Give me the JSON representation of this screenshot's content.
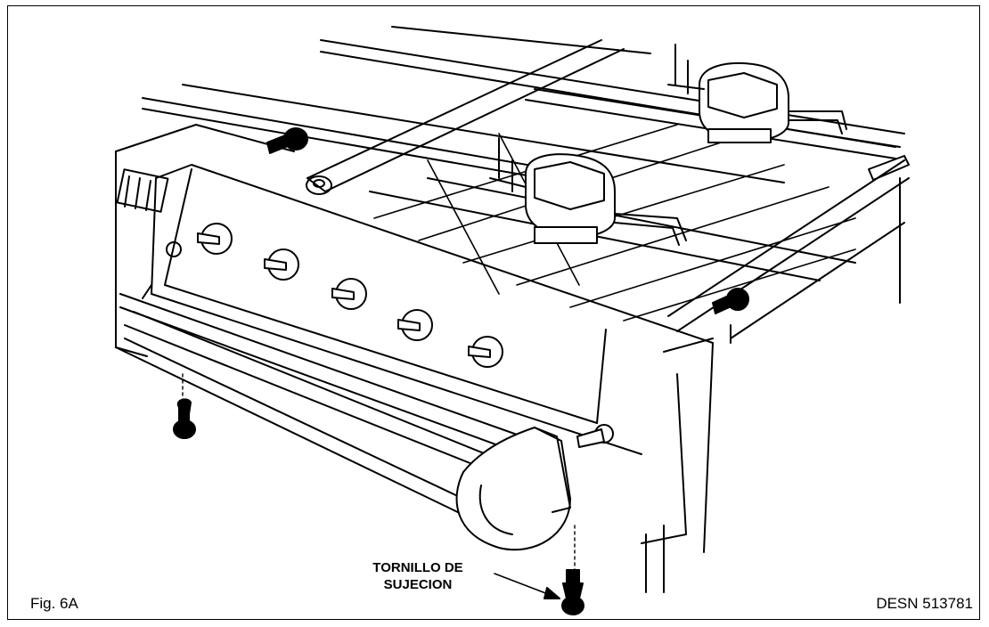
{
  "figure": {
    "label": "Fig. 6A",
    "drawing_number": "DESN 513781"
  },
  "callout": {
    "line1": "TORNILLO DE",
    "line2": "SUJECION"
  },
  "colors": {
    "ink": "#000000",
    "paper": "#ffffff"
  }
}
